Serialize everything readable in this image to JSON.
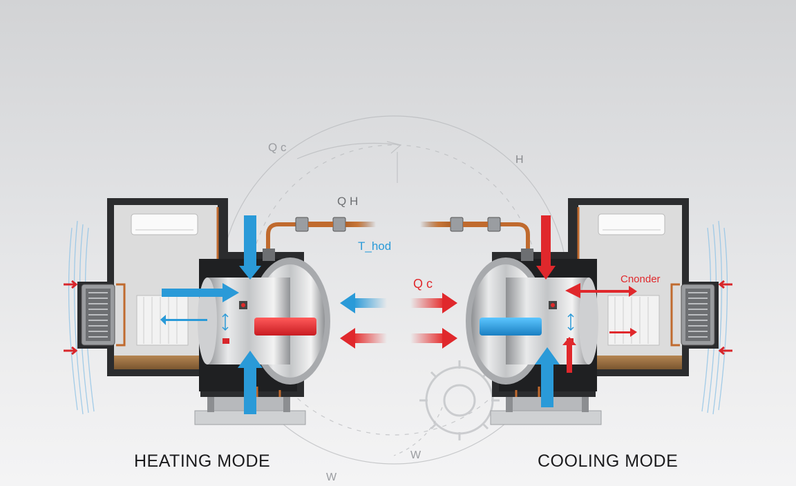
{
  "captions": {
    "heating": "HEATING MODE",
    "cooling": "COOLING MODE"
  },
  "annotations": {
    "qc_top": "Q c",
    "qh": "Q H",
    "h": "H",
    "t_hot": "T_hod",
    "qc_center": "Q c",
    "condenser": "Cnonder",
    "w_low": "W",
    "w_bottom": "W"
  },
  "colors": {
    "hot": "#e0282c",
    "cold": "#2a9ad8",
    "copper": "#c06a2e",
    "casing": "#2b2c2e"
  }
}
